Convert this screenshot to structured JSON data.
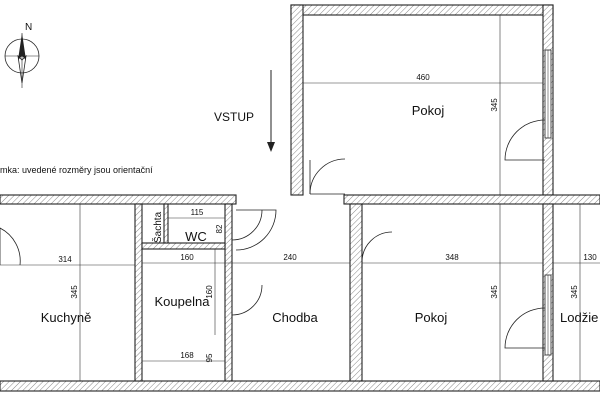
{
  "north": {
    "label": "N",
    "icon": "compass-north-icon"
  },
  "entrance": {
    "label": "VSTUP",
    "icon": "arrow-down-icon"
  },
  "note": "mka: uvedené rozměry jsou orientační",
  "rooms": {
    "pokoj_top": "Pokoj",
    "kuchyne": "Kuchyně",
    "koupelna": "Koupelna",
    "chodba": "Chodba",
    "pokoj_bottom": "Pokoj",
    "lodzie": "Lodžie",
    "wc": "WC",
    "sachta": "Šachta"
  },
  "dimensions": {
    "pokoj_top_width": "460",
    "pokoj_top_height": "345",
    "kuchyne_width": "314",
    "kuchyne_height": "345",
    "wc_width": "115",
    "wc_height": "82",
    "koupelna_width_top": "160",
    "koupelna_height": "160",
    "koupelna_width_bottom": "168",
    "koupelna_side": "95",
    "chodba_width": "240",
    "pokoj_bottom_width": "348",
    "pokoj_bottom_height": "345",
    "lodzie_width": "130",
    "lodzie_height": "345"
  },
  "colors": {
    "wall": "#222222",
    "background": "#ffffff",
    "hatch": "#888888"
  }
}
